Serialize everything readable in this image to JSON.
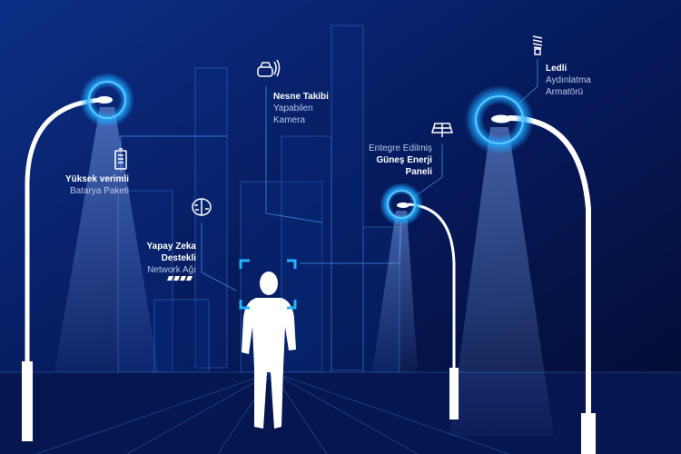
{
  "colors": {
    "background_top": "#0b2a7a",
    "background_bottom": "#020a2e",
    "glow": "#1fa8ff",
    "line": "#3d7fd6",
    "silhouette": "#ffffff"
  },
  "features": [
    {
      "icon": "battery-icon",
      "bold": "Yüksek verimli",
      "regular": "Batarya Paketi"
    },
    {
      "icon": "camera-icon",
      "bold": "Nesne Takibi",
      "regular": [
        "Yapabilen",
        "Kamera"
      ]
    },
    {
      "icon": "brain-icon",
      "bold": [
        "Yapay Zeka",
        "Destekli"
      ],
      "regular": "Network Ağı"
    },
    {
      "icon": "solar-panel-icon",
      "regular": "Entegre Edilmiş",
      "bold": [
        "Güneş Enerji",
        "Paneli"
      ]
    },
    {
      "icon": "led-bulb-icon",
      "bold": "Ledli",
      "regular": [
        "Aydınlatma",
        "Armatörü"
      ]
    }
  ]
}
